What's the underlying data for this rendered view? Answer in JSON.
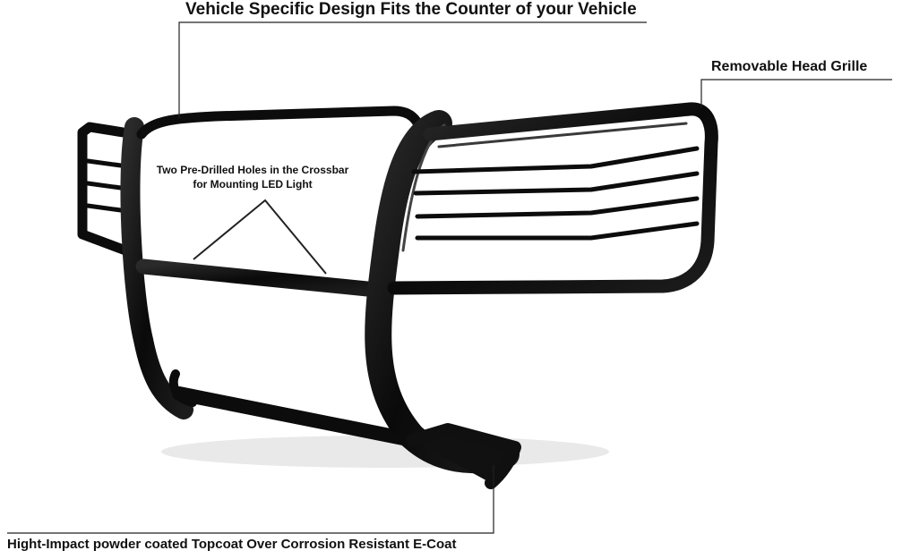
{
  "callouts": {
    "top": "Vehicle Specific Design Fits the Counter of your Vehicle",
    "right": "Removable Head Grille",
    "center_line1": "Two Pre-Drilled Holes in the Crossbar",
    "center_line2": "for Mounting LED Light",
    "bottom": "Hight-Impact powder coated Topcoat Over Corrosion Resistant E-Coat"
  },
  "colors": {
    "product": "#0c0c0c",
    "highlight": "#3a3a3a",
    "leader_line": "#222222",
    "background": "#ffffff"
  }
}
